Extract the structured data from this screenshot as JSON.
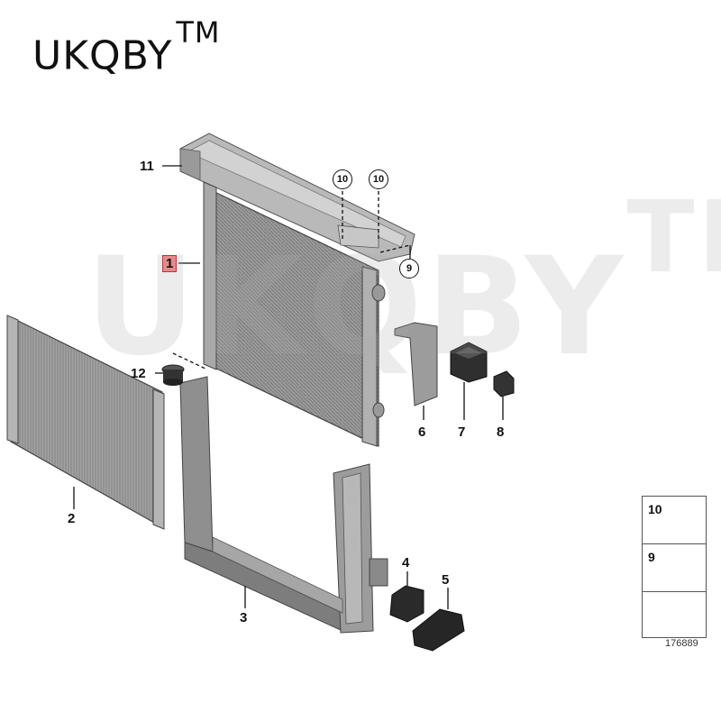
{
  "brand": {
    "name": "UKQBY",
    "tm": "TM"
  },
  "watermark": {
    "text": "UKQBY",
    "tm": "TM"
  },
  "callouts": {
    "p1": "1",
    "p2": "2",
    "p3": "3",
    "p4": "4",
    "p5": "5",
    "p6": "6",
    "p7": "7",
    "p8": "8",
    "p9": "9",
    "p10a": "10",
    "p10b": "10",
    "p11": "11",
    "p12": "12"
  },
  "legend": {
    "item_top": "10",
    "item_mid": "9"
  },
  "reference_number": "176889",
  "colors": {
    "highlight": "#e8888b",
    "part_gray": "#8c8c8c",
    "line": "#111111"
  }
}
